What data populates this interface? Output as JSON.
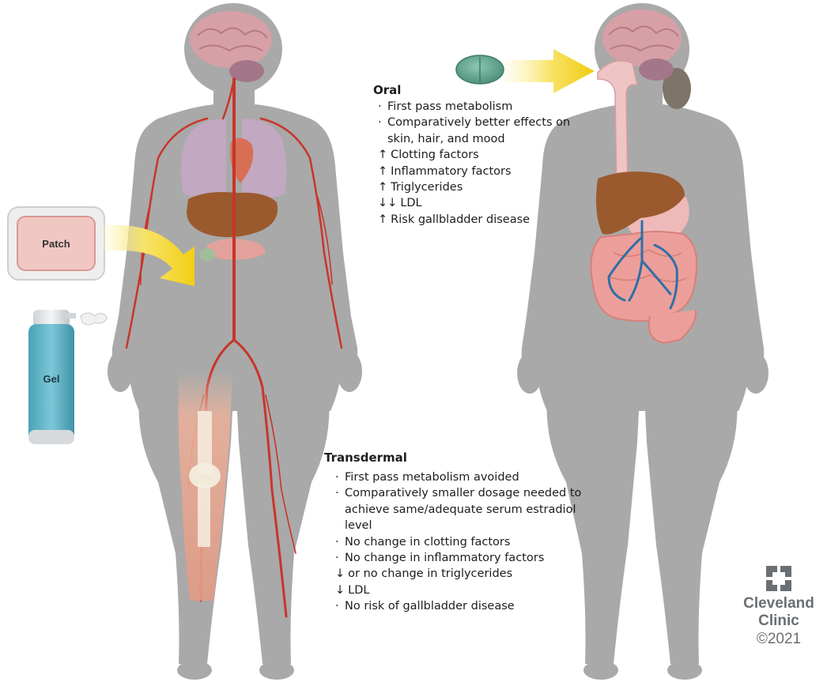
{
  "devices": {
    "patch_label": "Patch",
    "gel_label": "Gel"
  },
  "oral": {
    "heading": "Oral",
    "items": [
      {
        "marker": "bullet",
        "text": "First pass metabolism"
      },
      {
        "marker": "bullet",
        "text": "Comparatively better effects on skin, hair, and mood"
      },
      {
        "marker": "up",
        "text": "Clotting factors"
      },
      {
        "marker": "up",
        "text": "Inflammatory factors"
      },
      {
        "marker": "up",
        "text": "Triglycerides"
      },
      {
        "marker": "down-down",
        "text": "LDL"
      },
      {
        "marker": "up",
        "text": "Risk gallbladder disease"
      }
    ]
  },
  "transdermal": {
    "heading": "Transdermal",
    "items": [
      {
        "marker": "bullet",
        "text": "First pass metabolism avoided"
      },
      {
        "marker": "bullet",
        "text": "Comparatively smaller dosage needed to achieve same/adequate serum estradiol level"
      },
      {
        "marker": "bullet",
        "text": "No change in clotting factors"
      },
      {
        "marker": "bullet",
        "text": "No change in inflammatory factors"
      },
      {
        "marker": "down",
        "text": "or no change in triglycerides"
      },
      {
        "marker": "down",
        "text": "LDL"
      },
      {
        "marker": "bullet",
        "text": "No risk of gallbladder disease"
      }
    ]
  },
  "logo": {
    "line1": "Cleveland",
    "line2": "Clinic",
    "copyright": "©2021"
  },
  "colors": {
    "silhouette": "#a8a8a8",
    "artery": "#c8352b",
    "vein": "#2f6fa8",
    "liver": "#9a5a2e",
    "brain": "#d9a3a8",
    "arrow": "#f2d21c",
    "pill": "#6aa895",
    "gel_can": "#5bb3c7"
  }
}
